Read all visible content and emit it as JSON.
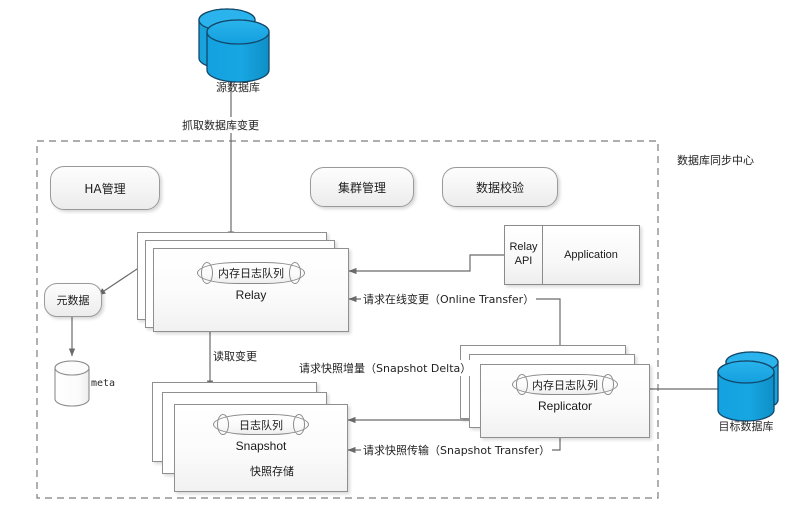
{
  "diagram": {
    "title": "数据库同步中心",
    "container_label": "数据库同步中心",
    "source_db": {
      "label": "源数据库",
      "color": "#19a3dd"
    },
    "target_db": {
      "label": "目标数据库",
      "color": "#19a3dd"
    },
    "management_pills": [
      {
        "id": "ha",
        "label": "HA管理"
      },
      {
        "id": "cluster",
        "label": "集群管理"
      },
      {
        "id": "verify",
        "label": "数据校验"
      }
    ],
    "metadata": {
      "pill_label": "元数据",
      "store_label": "meta"
    },
    "relay": {
      "queue_label": "内存日志队列",
      "title": "Relay",
      "stack_count": 3
    },
    "snapshot": {
      "queue_label": "日志队列",
      "title": "Snapshot",
      "store_label": "快照存储",
      "stack_count": 3
    },
    "replicator": {
      "queue_label": "内存日志队列",
      "title": "Replicator",
      "stack_count": 3
    },
    "api_box": {
      "left_label_line1": "Relay",
      "left_label_line2": "API",
      "right_label": "Application"
    },
    "edges": [
      {
        "id": "capture",
        "label": "抓取数据库变更"
      },
      {
        "id": "read-change",
        "label": "读取变更"
      },
      {
        "id": "online-transfer",
        "label": "请求在线变更（Online Transfer）"
      },
      {
        "id": "snapshot-delta",
        "label": "请求快照增量（Snapshot Delta）"
      },
      {
        "id": "snapshot-transfer",
        "label": "请求快照传输（Snapshot Transfer）"
      }
    ],
    "colors": {
      "db_blue": "#19a3dd",
      "db_blue_dark": "#0d7fb0",
      "line": "#6b6b6b",
      "dashed_border": "#7d7d7d",
      "node_border": "#8f8f8f"
    }
  }
}
